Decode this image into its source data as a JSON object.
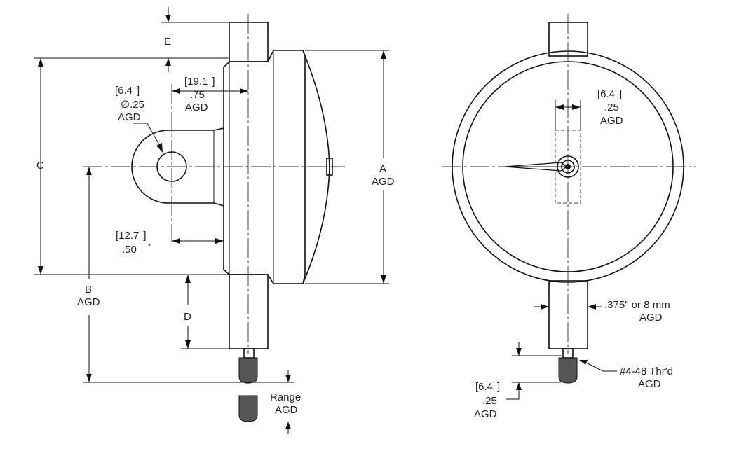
{
  "side_view": {
    "label_e": "E",
    "label_c": "C",
    "label_a": "A",
    "label_a_sub": "AGD",
    "label_b": "B",
    "label_b_sub": "AGD",
    "label_d": "D",
    "hole_metric": "[6.4",
    "hole_metric_close": "]",
    "hole_dia": "∅.25",
    "hole_sub": "AGD",
    "back_metric": "[19.1",
    "back_metric_close": "]",
    "back_inch": ".75",
    "back_sub": "AGD",
    "lug_metric": "[12.7",
    "lug_metric_close": "]",
    "lug_inch": ".50",
    "lug_asterisk": "*",
    "range_label": "Range",
    "range_sub": "AGD"
  },
  "front_view": {
    "spindle_metric": "[6.4",
    "spindle_metric_close": "]",
    "spindle_inch": ".25",
    "spindle_sub": "AGD",
    "stem_label": ".375\" or 8 mm",
    "stem_sub": "AGD",
    "thread_label": "#4-48 Thr'd",
    "thread_sub": "AGD",
    "tip_metric": "[6.4",
    "tip_metric_close": "]",
    "tip_inch": ".25",
    "tip_sub": "AGD"
  }
}
